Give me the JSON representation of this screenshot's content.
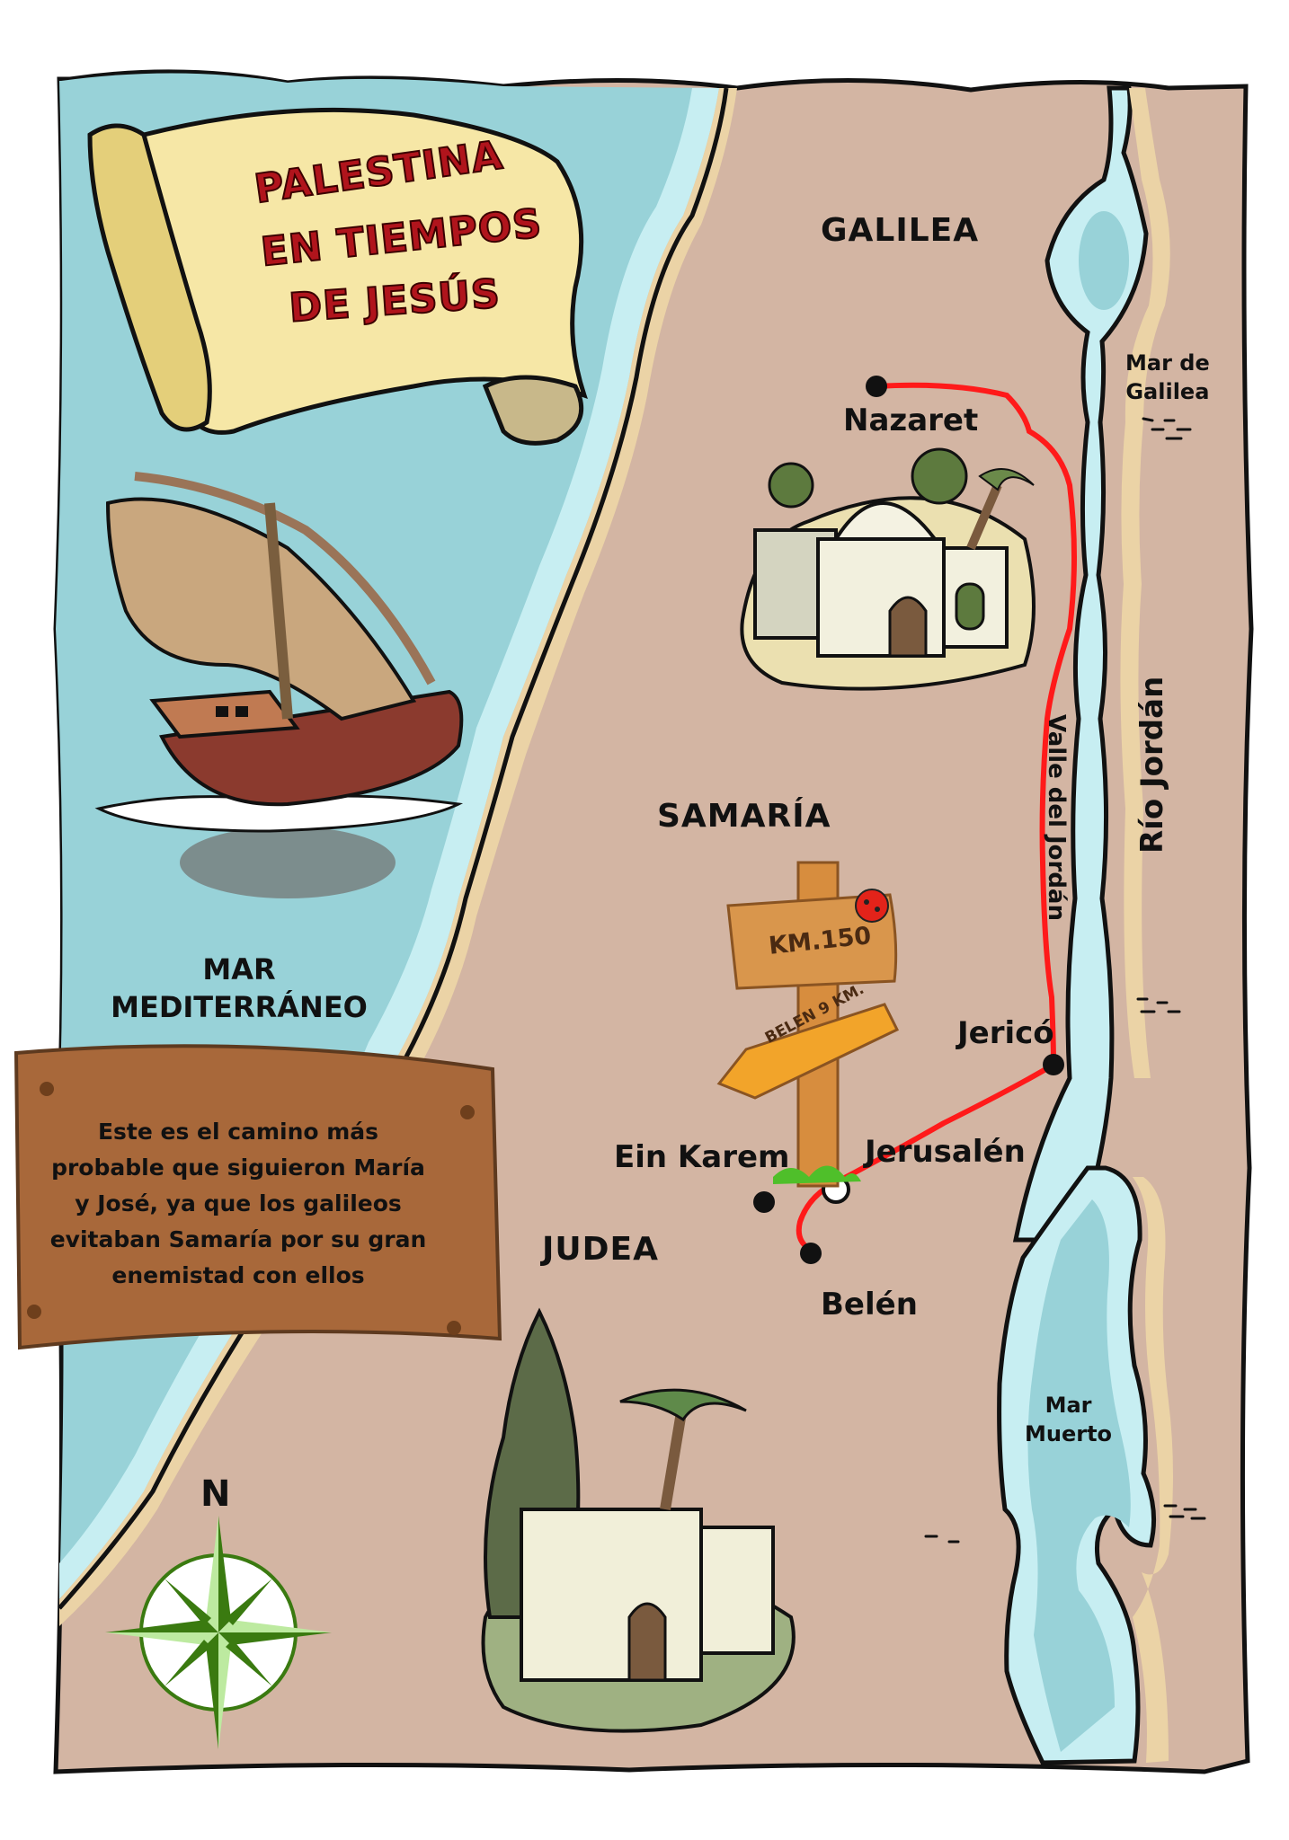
{
  "title": {
    "line1": "PALESTINA",
    "line2": "EN TIEMPOS",
    "line3": "DE JESÚS"
  },
  "regions": {
    "galilea": "GALILEA",
    "samaria": "SAMARÍA",
    "judea": "JUDEA"
  },
  "cities": {
    "nazaret": "Nazaret",
    "jerico": "Jericó",
    "jerusalen": "Jerusalén",
    "ein_karem": "Ein Karem",
    "belen": "Belén"
  },
  "water": {
    "mar_galilea_line1": "Mar de",
    "mar_galilea_line2": "Galilea",
    "mar_muerto_line1": "Mar",
    "mar_muerto_line2": "Muerto",
    "mediterraneo_line1": "MAR",
    "mediterraneo_line2": "MEDITERRÁNEO",
    "rio_jordan": "Río Jordán",
    "valle_jordan": "Valle del Jordán"
  },
  "signpost": {
    "top_sign": "KM.150",
    "arrow_sign": "BELEN 9 KM."
  },
  "plaque": {
    "line1": "Este es el camino más",
    "line2": "probable que siguieron María",
    "line3": "y José, ya que los galileos",
    "line4": "evitaban Samaría por su gran",
    "line5": "enemistad con ellos"
  },
  "compass": {
    "north_label": "N"
  },
  "colors": {
    "sea": "#98d2d8",
    "sea_light": "#c7eef2",
    "land": "#d3b5a3",
    "sand": "#ebd3a6",
    "route": "#ff1a1a",
    "title_red": "#b0141c",
    "scroll": "#f6e7a6",
    "compass_dark": "#3a7a10",
    "compass_light": "#bdeaa0"
  },
  "route": {
    "stops": [
      "Nazaret",
      "Jericó",
      "Jerusalén",
      "Belén"
    ]
  }
}
